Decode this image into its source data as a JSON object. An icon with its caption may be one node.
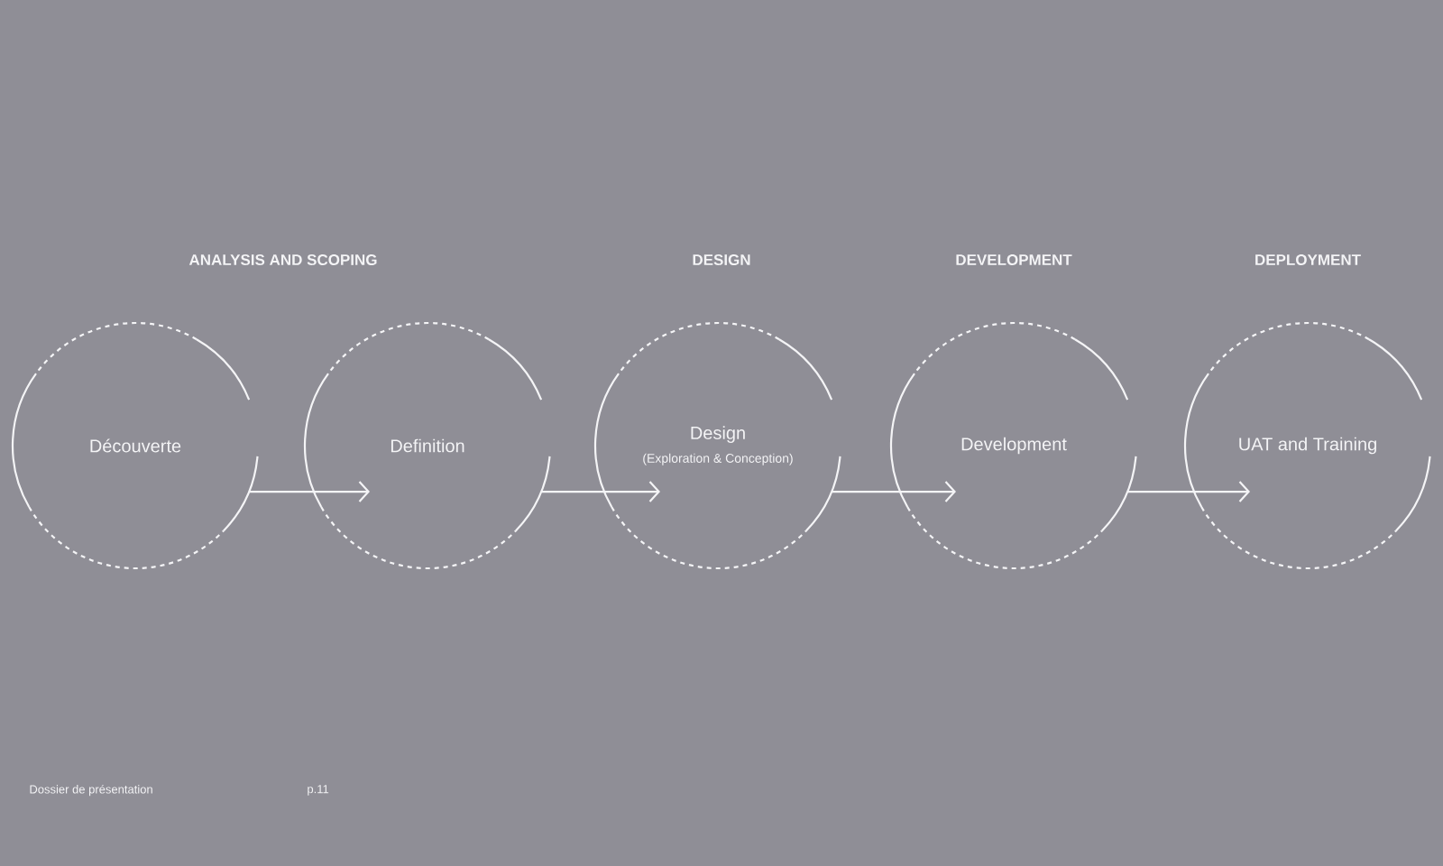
{
  "diagram": {
    "nodes": [
      {
        "text": [
          "Découverte"
        ]
      },
      {
        "text": [
          "Definition"
        ]
      },
      {
        "text": [
          "Design",
          "(Exploration & Conception)"
        ]
      },
      {
        "text": [
          "Development"
        ]
      },
      {
        "text": [
          "UAT and Training"
        ]
      }
    ],
    "edges": [
      {
        "from": 0,
        "to": 1,
        "arrow": "to"
      },
      {
        "from": 1,
        "to": 2,
        "arrow": "to"
      },
      {
        "from": 2,
        "to": 3,
        "arrow": "to"
      },
      {
        "from": 3,
        "to": 4,
        "arrow": "to"
      }
    ],
    "labels": [
      "ANALYSIS AND SCOPING",
      "DESIGN",
      "DEVELOPMENT",
      "DEPLOYMENT",
      "Dossier de présentation",
      "p.11"
    ]
  }
}
